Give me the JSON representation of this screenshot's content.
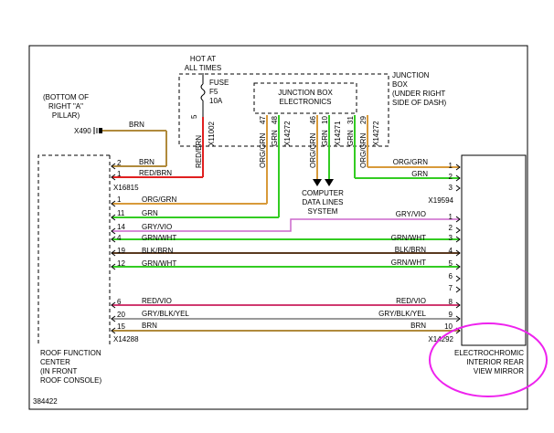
{
  "figure_id": "384422",
  "ground": {
    "label": "X490",
    "location_lines": [
      "(BOTTOM OF",
      "RIGHT \"A\"",
      "PILLAR)"
    ],
    "wire": "BRN"
  },
  "fuse": {
    "header_lines": [
      "HOT AT",
      "ALL TIMES"
    ],
    "lines": [
      "FUSE",
      "F5",
      "10A"
    ]
  },
  "junction_box": {
    "label_lines": [
      "JUNCTION",
      "BOX",
      "(UNDER RIGHT",
      "SIDE OF DASH)"
    ]
  },
  "jbe": {
    "label_lines": [
      "JUNCTION BOX",
      "ELECTRONICS"
    ]
  },
  "data_lines": {
    "label_lines": [
      "COMPUTER",
      "DATA LINES",
      "SYSTEM"
    ]
  },
  "roof_module": {
    "label_lines": [
      "ROOF FUNCTION",
      "CENTER",
      "(IN FRONT",
      "ROOF CONSOLE)"
    ]
  },
  "mirror": {
    "label_lines": [
      "ELECTROCHROMIC",
      "INTERIOR REAR",
      "VIEW MIRROR"
    ]
  },
  "connectors": {
    "roof_top": "X16815",
    "roof_bottom": "X14288",
    "mirror_top": "X19594",
    "mirror_bottom": "X14292"
  },
  "vertical_wires": [
    {
      "pin": "5",
      "color": "RED/BRN",
      "circuit": "X11002"
    },
    {
      "pin": "47",
      "color": "ORG/GRN",
      "circuit": ""
    },
    {
      "pin": "48",
      "color": "GRN",
      "circuit": "X14272"
    },
    {
      "pin": "46",
      "color": "ORG/GRN",
      "circuit": ""
    },
    {
      "pin": "10",
      "color": "GRN",
      "circuit": "X14271"
    },
    {
      "pin": "31",
      "color": "GRN",
      "circuit": ""
    },
    {
      "pin": "29",
      "color": "ORG/GRN",
      "circuit": "X14272"
    }
  ],
  "roof_pins_top": [
    {
      "pin": "2",
      "color": "BRN"
    },
    {
      "pin": "1",
      "color": "RED/BRN"
    }
  ],
  "mirror_pins_top": [
    {
      "pin": "1",
      "color": "ORG/GRN"
    },
    {
      "pin": "2",
      "color": "GRN"
    },
    {
      "pin": "3",
      "color": ""
    }
  ],
  "rows": [
    {
      "left_pin": "1",
      "left_color": "ORG/GRN",
      "right_pin": "",
      "right_color": ""
    },
    {
      "left_pin": "11",
      "left_color": "GRN",
      "right_pin": "",
      "right_color": ""
    },
    {
      "left_pin": "14",
      "left_color": "GRY/VIO",
      "right_pin": "1",
      "right_color": "GRY/VIO"
    },
    {
      "left_pin": "",
      "left_color": "",
      "right_pin": "2",
      "right_color": ""
    },
    {
      "left_pin": "4",
      "left_color": "GRN/WHT",
      "right_pin": "3",
      "right_color": "GRN/WHT"
    },
    {
      "left_pin": "19",
      "left_color": "BLK/BRN",
      "right_pin": "4",
      "right_color": "BLK/BRN"
    },
    {
      "left_pin": "12",
      "left_color": "GRN/WHT",
      "right_pin": "5",
      "right_color": "GRN/WHT"
    },
    {
      "left_pin": "",
      "left_color": "",
      "right_pin": "6",
      "right_color": ""
    },
    {
      "left_pin": "",
      "left_color": "",
      "right_pin": "7",
      "right_color": ""
    },
    {
      "left_pin": "6",
      "left_color": "RED/VIO",
      "right_pin": "8",
      "right_color": "RED/VIO"
    },
    {
      "left_pin": "20",
      "left_color": "GRY/BLK/YEL",
      "right_pin": "9",
      "right_color": "GRY/BLK/YEL"
    },
    {
      "left_pin": "15",
      "left_color": "BRN",
      "right_pin": "10",
      "right_color": "BRN"
    }
  ],
  "colors": {
    "brn": "#b08a3c",
    "red": "#e02020",
    "orange": "#d89a3a",
    "green": "#33cc22",
    "violet": "#cc66cc",
    "blk": "#333333",
    "redvio": "#d03a70",
    "gry": "#9a9a9a",
    "highlight": "#ee22ee"
  }
}
